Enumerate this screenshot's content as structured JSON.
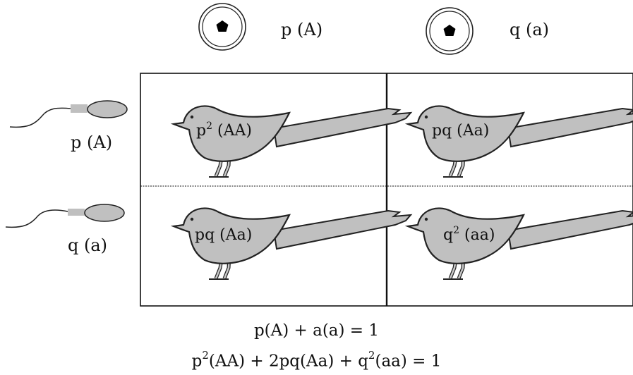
{
  "eggs": [
    {
      "label": "p (A)"
    },
    {
      "label": "q (a)"
    }
  ],
  "sperm": [
    {
      "label": "p (A)"
    },
    {
      "label": "q (a)"
    }
  ],
  "cells": [
    {
      "base": "p",
      "sup": "2",
      "rest": " (AA)"
    },
    {
      "base": "pq (Aa)",
      "sup": "",
      "rest": ""
    },
    {
      "base": "pq (Aa)",
      "sup": "",
      "rest": ""
    },
    {
      "base": "q",
      "sup": "2",
      "rest": " (aa)"
    }
  ],
  "equations": {
    "line1": "p(A) + a(a) = 1",
    "line2": {
      "t1": "p",
      "s1": "2",
      "t2": "(AA) + 2pq(Aa) + q",
      "s2": "2",
      "t3": "(aa) = 1"
    }
  }
}
